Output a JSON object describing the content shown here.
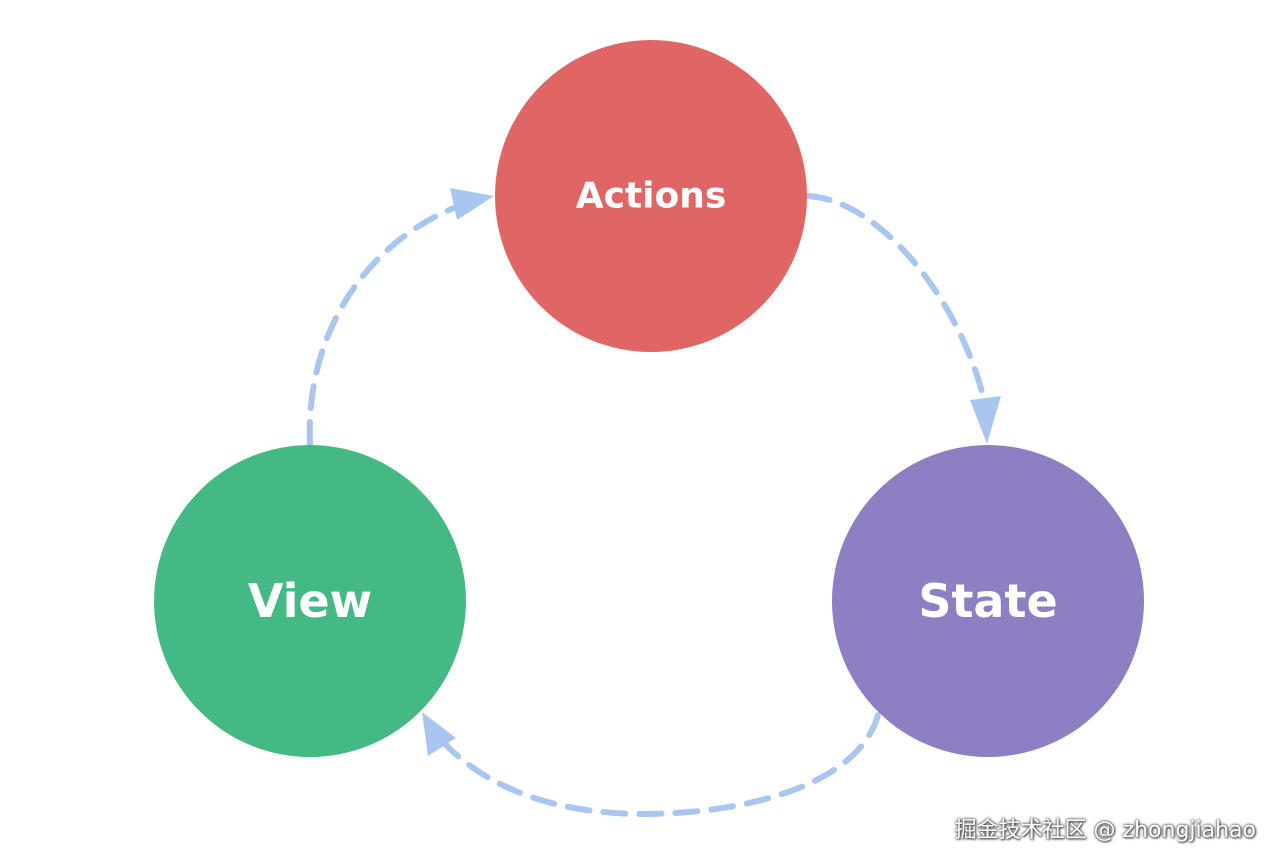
{
  "nodes": {
    "actions": {
      "label": "Actions",
      "color": "#e06666"
    },
    "view": {
      "label": "View",
      "color": "#44b984"
    },
    "state": {
      "label": "State",
      "color": "#8e7fc2"
    }
  },
  "edges": [
    {
      "from": "view",
      "to": "actions"
    },
    {
      "from": "actions",
      "to": "state"
    },
    {
      "from": "state",
      "to": "view"
    }
  ],
  "edge_color": "#a9c6f0",
  "watermark": "掘金技术社区 @ zhongjiahao"
}
